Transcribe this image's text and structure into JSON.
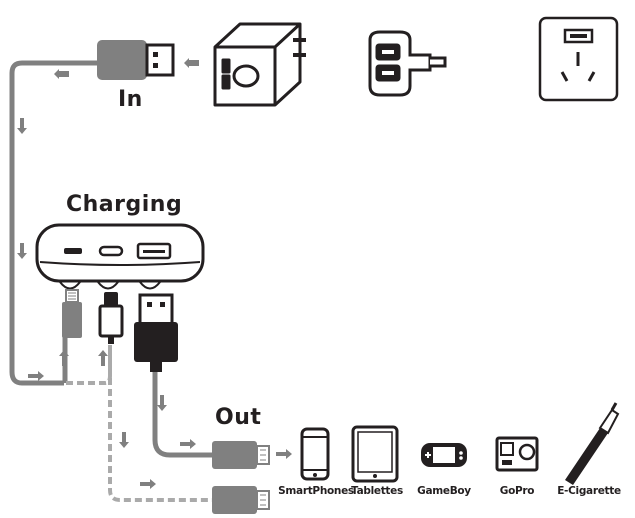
{
  "labels": {
    "in": "In",
    "charging": "Charging",
    "out": "Out"
  },
  "devices": [
    {
      "label": "SmartPhones",
      "icon": "smartphone-icon"
    },
    {
      "label": "Tablettes",
      "icon": "tablet-icon"
    },
    {
      "label": "GameBoy",
      "icon": "gameboy-icon"
    },
    {
      "label": "GoPro",
      "icon": "gopro-icon"
    },
    {
      "label": "E-Cigarette",
      "icon": "e-cigarette-icon"
    }
  ],
  "colors": {
    "line": "#231f20",
    "cable_gray": "#808080",
    "dashed": "#aaaaaa"
  }
}
